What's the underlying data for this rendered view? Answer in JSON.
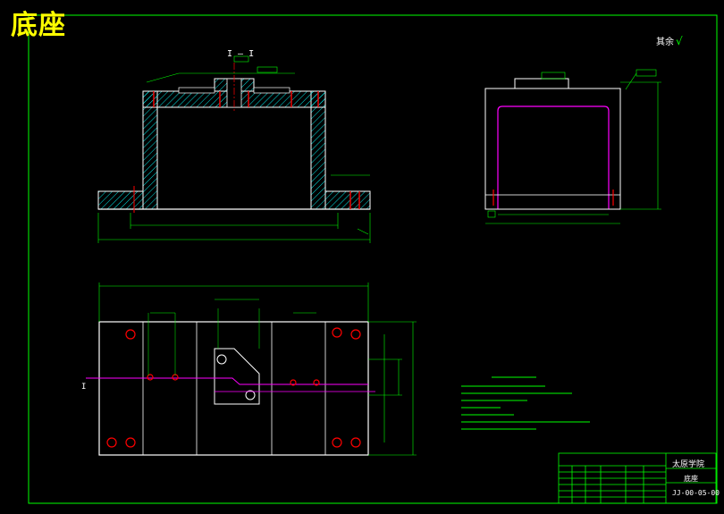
{
  "drawing": {
    "title": "底座",
    "section_label": "I — I",
    "section_marker": "I",
    "roughness_note": "其余",
    "roughness_symbol": "√"
  },
  "title_block": {
    "school": "太原学院",
    "part_name": "底座",
    "drawing_code": "JJ-00-05-00"
  },
  "colors": {
    "background": "#000000",
    "outline": "#ffffff",
    "dimension": "#00ff00",
    "hatch": "#00ffff",
    "hidden": "#ff00ff",
    "center": "#ff0000",
    "title": "#ffff00"
  }
}
